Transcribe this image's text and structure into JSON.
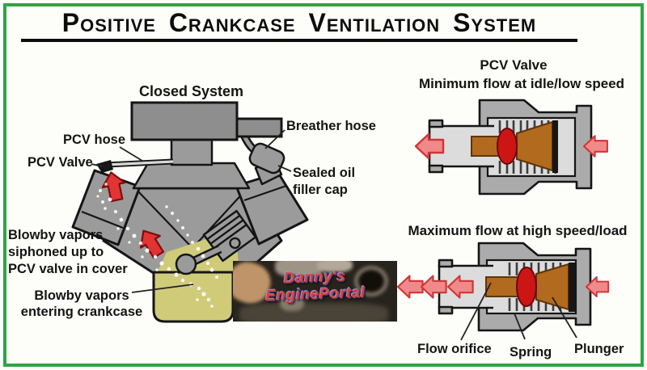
{
  "title": "Positive Crankcase Ventilation System",
  "engine_diagram": {
    "closed_system_label": "Closed System",
    "pcv_hose_label": "PCV hose",
    "pcv_valve_label": "PCV Valve",
    "breather_hose_label": "Breather hose",
    "sealed_oil_filler_cap_lines": [
      "Sealed oil",
      "filler cap"
    ],
    "blowby_siphoned_lines": [
      "Blowby vapors",
      "siphoned up to",
      "PCV valve in cover"
    ],
    "blowby_entering_lines": [
      "Blowby vapors",
      "entering crankcase"
    ]
  },
  "pcv_valve_section": {
    "heading": "PCV Valve",
    "minimum_flow_label": "Minimum flow at idle/low speed",
    "maximum_flow_label": "Maximum flow at high speed/load",
    "flow_orifice_label": "Flow orifice",
    "spring_label": "Spring",
    "plunger_label": "Plunger"
  },
  "watermark": {
    "line1": "Danny's",
    "line2": "EnginePortal"
  },
  "colors": {
    "border-green": "#2fa444",
    "label-ink": "#141414",
    "engine-gray": "#9b9b9b",
    "engine-dark-gray": "#8e8e8e",
    "cavity-gray": "#dcdcdc",
    "valve-gray": "#ababab",
    "outline": "#151515",
    "oil-yellow": "#cfcb79",
    "arrow-red": "#e23434",
    "arrow-red-stroke": "#7e0d0d",
    "arrow-pink": "#f08a8a",
    "arrow-pink-stroke": "#cf3535",
    "plunger-brown": "#b26a1e",
    "plunger-stroke": "#5f3508",
    "seal-red": "#ce1515",
    "wm-red": "#e2402a"
  }
}
